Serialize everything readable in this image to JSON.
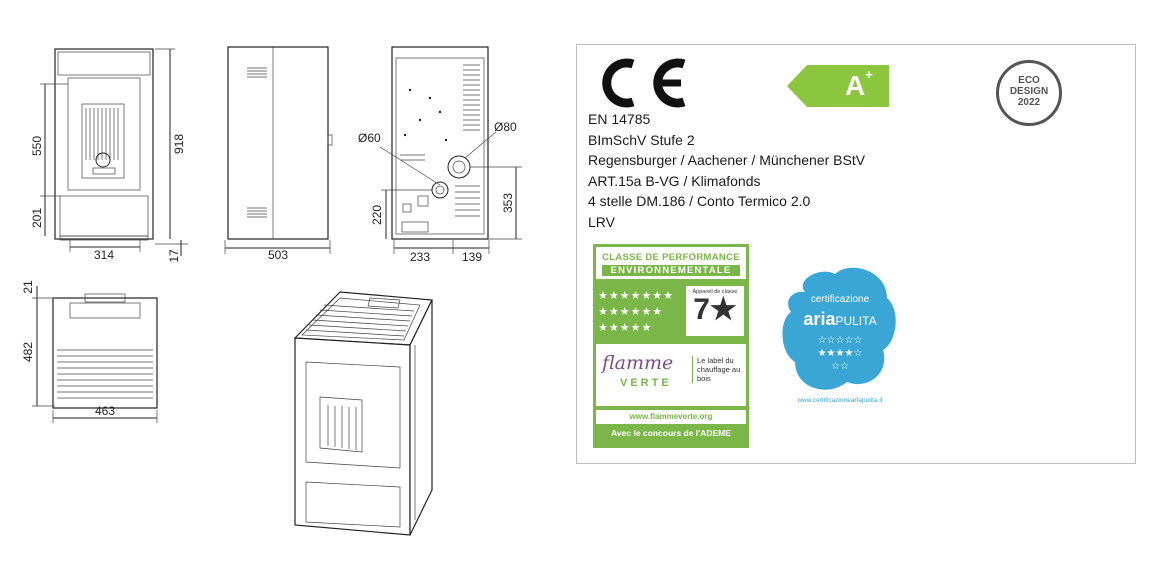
{
  "dimensions": {
    "front_height_upper": "550",
    "front_height_total": "918",
    "front_height_lower": "201",
    "front_width": "314",
    "front_foot": "17",
    "side_depth": "503",
    "back_diam_small": "Ø60",
    "back_diam_large": "Ø80",
    "back_height_small": "220",
    "back_height_large": "353",
    "back_width_left": "233",
    "back_width_right": "139",
    "top_small": "21",
    "top_depth": "482",
    "top_width": "463"
  },
  "certification": {
    "ce_mark": "CE",
    "energy_class": "A",
    "energy_class_sup": "+",
    "energy_color": "#8cc63f",
    "eco_design": [
      "ECO",
      "DESIGN",
      "2022"
    ],
    "lines": [
      "EN 14785",
      "BImSchV Stufe 2",
      "Regensburger / Aachener / Münchener BStV",
      "ART.15a B-VG / Klimafonds",
      "4 stelle DM.186 / Conto Termico 2.0",
      "LRV"
    ]
  },
  "flamme_verte": {
    "header_line1": "CLASSE DE PERFORMANCE",
    "header_line2": "ENVIRONNEMENTALE",
    "class_caption": "Appareil de classe",
    "class_value": "7★",
    "brand_script": "flamme",
    "brand_caps": "VERTE",
    "tagline": "Le label du chauffage au bois",
    "url": "www.flammeverte.org",
    "footer": "Avec le concours de l'ADEME",
    "color": "#7ab648"
  },
  "aria_pulita": {
    "top_text": "certificazione",
    "brand_bold": "aria",
    "brand_light": "PULITA",
    "footer_url": "www.certificazionearIapulita.it",
    "color": "#3aa6d6"
  }
}
